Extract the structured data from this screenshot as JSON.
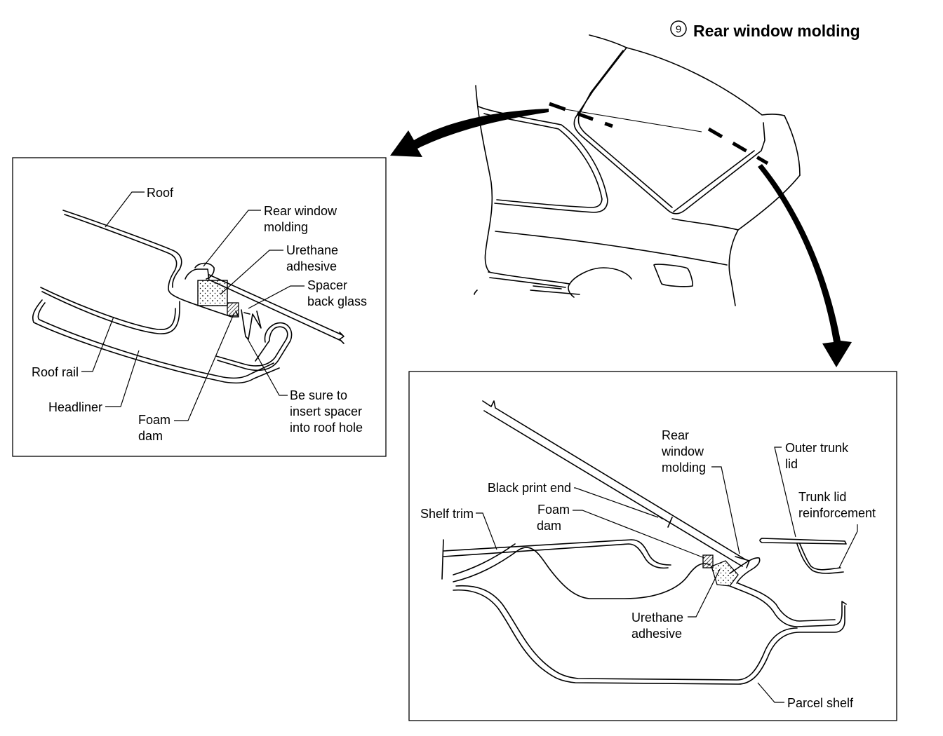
{
  "title": {
    "badge": "9",
    "text": "Rear window molding"
  },
  "upper_detail": {
    "labels": {
      "roof": "Roof",
      "molding_1": "Rear window",
      "molding_2": "molding",
      "urethane_1": "Urethane",
      "urethane_2": "adhesive",
      "spacer_1": "Spacer",
      "spacer_2": "back glass",
      "roof_rail": "Roof rail",
      "headliner": "Headliner",
      "foam_1": "Foam",
      "foam_2": "dam",
      "insert_1": "Be sure to",
      "insert_2": "insert spacer",
      "insert_3": "into roof hole"
    }
  },
  "lower_detail": {
    "labels": {
      "molding_1": "Rear",
      "molding_2": "window",
      "molding_3": "molding",
      "outer_trunk_1": "Outer trunk",
      "outer_trunk_2": "lid",
      "black_print": "Black print end",
      "trunk_reinf_1": "Trunk lid",
      "trunk_reinf_2": "reinforcement",
      "foam_1": "Foam",
      "foam_2": "dam",
      "shelf_trim": "Shelf trim",
      "urethane_1": "Urethane",
      "urethane_2": "adhesive",
      "parcel_shelf": "Parcel shelf"
    }
  }
}
